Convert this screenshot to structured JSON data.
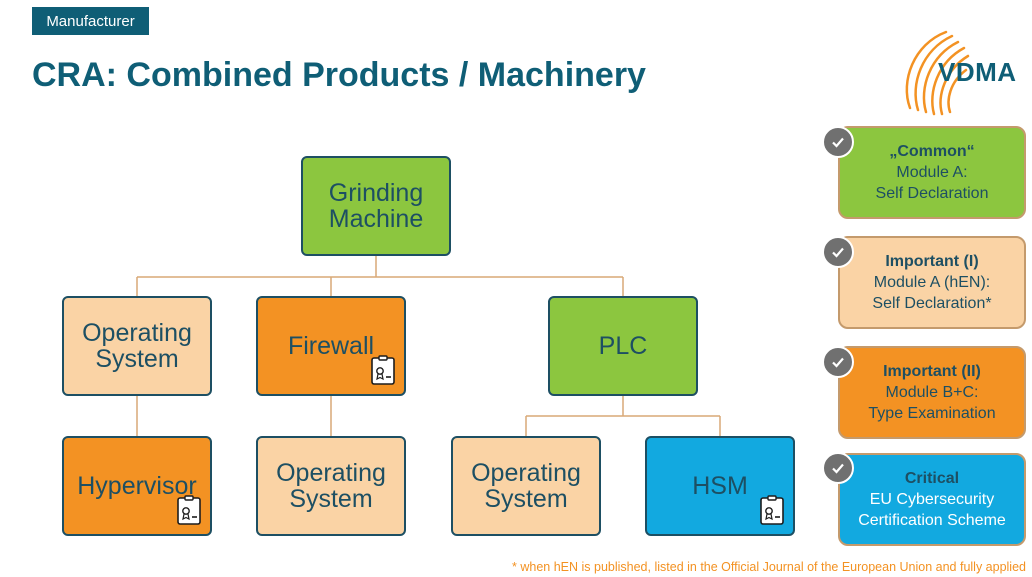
{
  "header": {
    "tag": "Manufacturer",
    "title": "CRA: Combined Products / Machinery",
    "logo_text": "VDMA"
  },
  "nodes": {
    "grinding_machine": "Grinding\nMachine",
    "os_left": "Operating\nSystem",
    "firewall": "Firewall",
    "plc": "PLC",
    "hypervisor": "Hypervisor",
    "os_firewall": "Operating\nSystem",
    "os_plc": "Operating\nSystem",
    "hsm": "HSM"
  },
  "legend": [
    {
      "title": "„Common“",
      "line1": "Module A:",
      "line2": "Self Declaration"
    },
    {
      "title": "Important (I)",
      "line1": "Module A (hEN):",
      "line2": "Self Declaration*"
    },
    {
      "title": "Important (II)",
      "line1": "Module B+C:",
      "line2": "Type Examination"
    },
    {
      "title": "Critical",
      "line1": "EU Cybersecurity",
      "line2": "Certification Scheme"
    }
  ],
  "footnote": "* when hEN is published, listed in the Official Journal of the European Union and fully applied",
  "colors": {
    "brand": "#0f5e76",
    "common": "#8cc63f",
    "important_1": "#fad3a5",
    "important_2": "#f39223",
    "critical": "#12a9e0"
  },
  "icons": [
    "vdma-logo-icon",
    "certificate-icon",
    "check-icon"
  ]
}
